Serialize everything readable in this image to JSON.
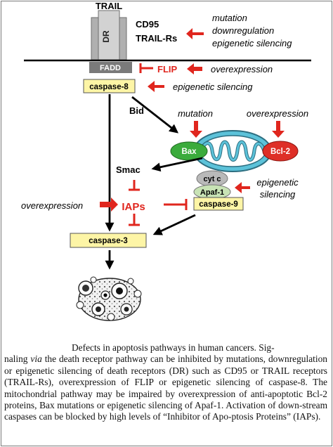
{
  "diagram": {
    "trail_label": "TRAIL",
    "dr_label": "DR",
    "cd95_label": "CD95",
    "trail_rs_label": "TRAIL-Rs",
    "receptor_defects": [
      "mutation",
      "downregulation",
      "epigenetic silencing"
    ],
    "fadd_label": "FADD",
    "flip_label": "FLIP",
    "flip_defect": "overexpression",
    "caspase8_label": "caspase-8",
    "caspase8_defect": "epigenetic silencing",
    "bid_label": "Bid",
    "bax_defect": "mutation",
    "bcl2_defect": "overexpression",
    "bax_label": "Bax",
    "bcl2_label": "Bcl-2",
    "cytc_label": "cyt c",
    "smac_label": "Smac",
    "apaf1_label": "Apaf-1",
    "apaf1_defect": [
      "epigenetic",
      "silencing"
    ],
    "caspase9_label": "caspase-9",
    "iaps_label": "IAPs",
    "iaps_defect": "overexpression",
    "caspase3_label": "caspase-3",
    "colors": {
      "inhibitor_red": "#e0261e",
      "caspase_fill": "#fdf5a6",
      "bax_green": "#3bab3c",
      "bcl2_red": "#de2f27",
      "mito_cyan": "#5cc2d9",
      "cytc_grey": "#b9b9b9",
      "apaf_green": "#c8e3b5",
      "fadd_grey": "#7a7a7a"
    }
  },
  "caption": {
    "line1": "Defects in apoptosis pathways in human cancers. Sig-",
    "pre": "naling ",
    "via": "via",
    "post": " the death receptor pathway can be inhibited by mutations, downregulation or epigenetic silencing of death receptors (DR) such as CD95 or TRAIL receptors (TRAIL-Rs), overexpression of FLIP or epigenetic silencing of caspase-8. The mitochondrial pathway may be impaired by overexpression of anti-apoptotic Bcl-2 proteins, Bax mutations or epigenetic silencing of Apaf-1. Activation of down-stream caspases can be blocked by high levels of “Inhibitor of Apo-ptosis Proteins” (IAPs)."
  }
}
